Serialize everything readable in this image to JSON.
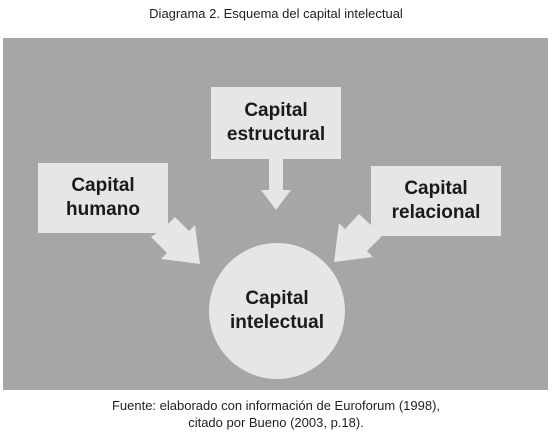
{
  "title": "Diagrama 2. Esquema del capital intelectual",
  "diagram": {
    "center": {
      "line1": "Capital",
      "line2": "intelectual"
    },
    "estructural": {
      "line1": "Capital",
      "line2": "estructural"
    },
    "humano": {
      "line1": "Capital",
      "line2": "humano"
    },
    "relacional": {
      "line1": "Capital",
      "line2": "relacional"
    }
  },
  "colors": {
    "panel": "#a6a6a6",
    "box": "#e6e6e6"
  },
  "source": {
    "line1": "Fuente: elaborado con información de Euroforum (1998),",
    "line2": "citado por Bueno (2003, p.18)."
  }
}
